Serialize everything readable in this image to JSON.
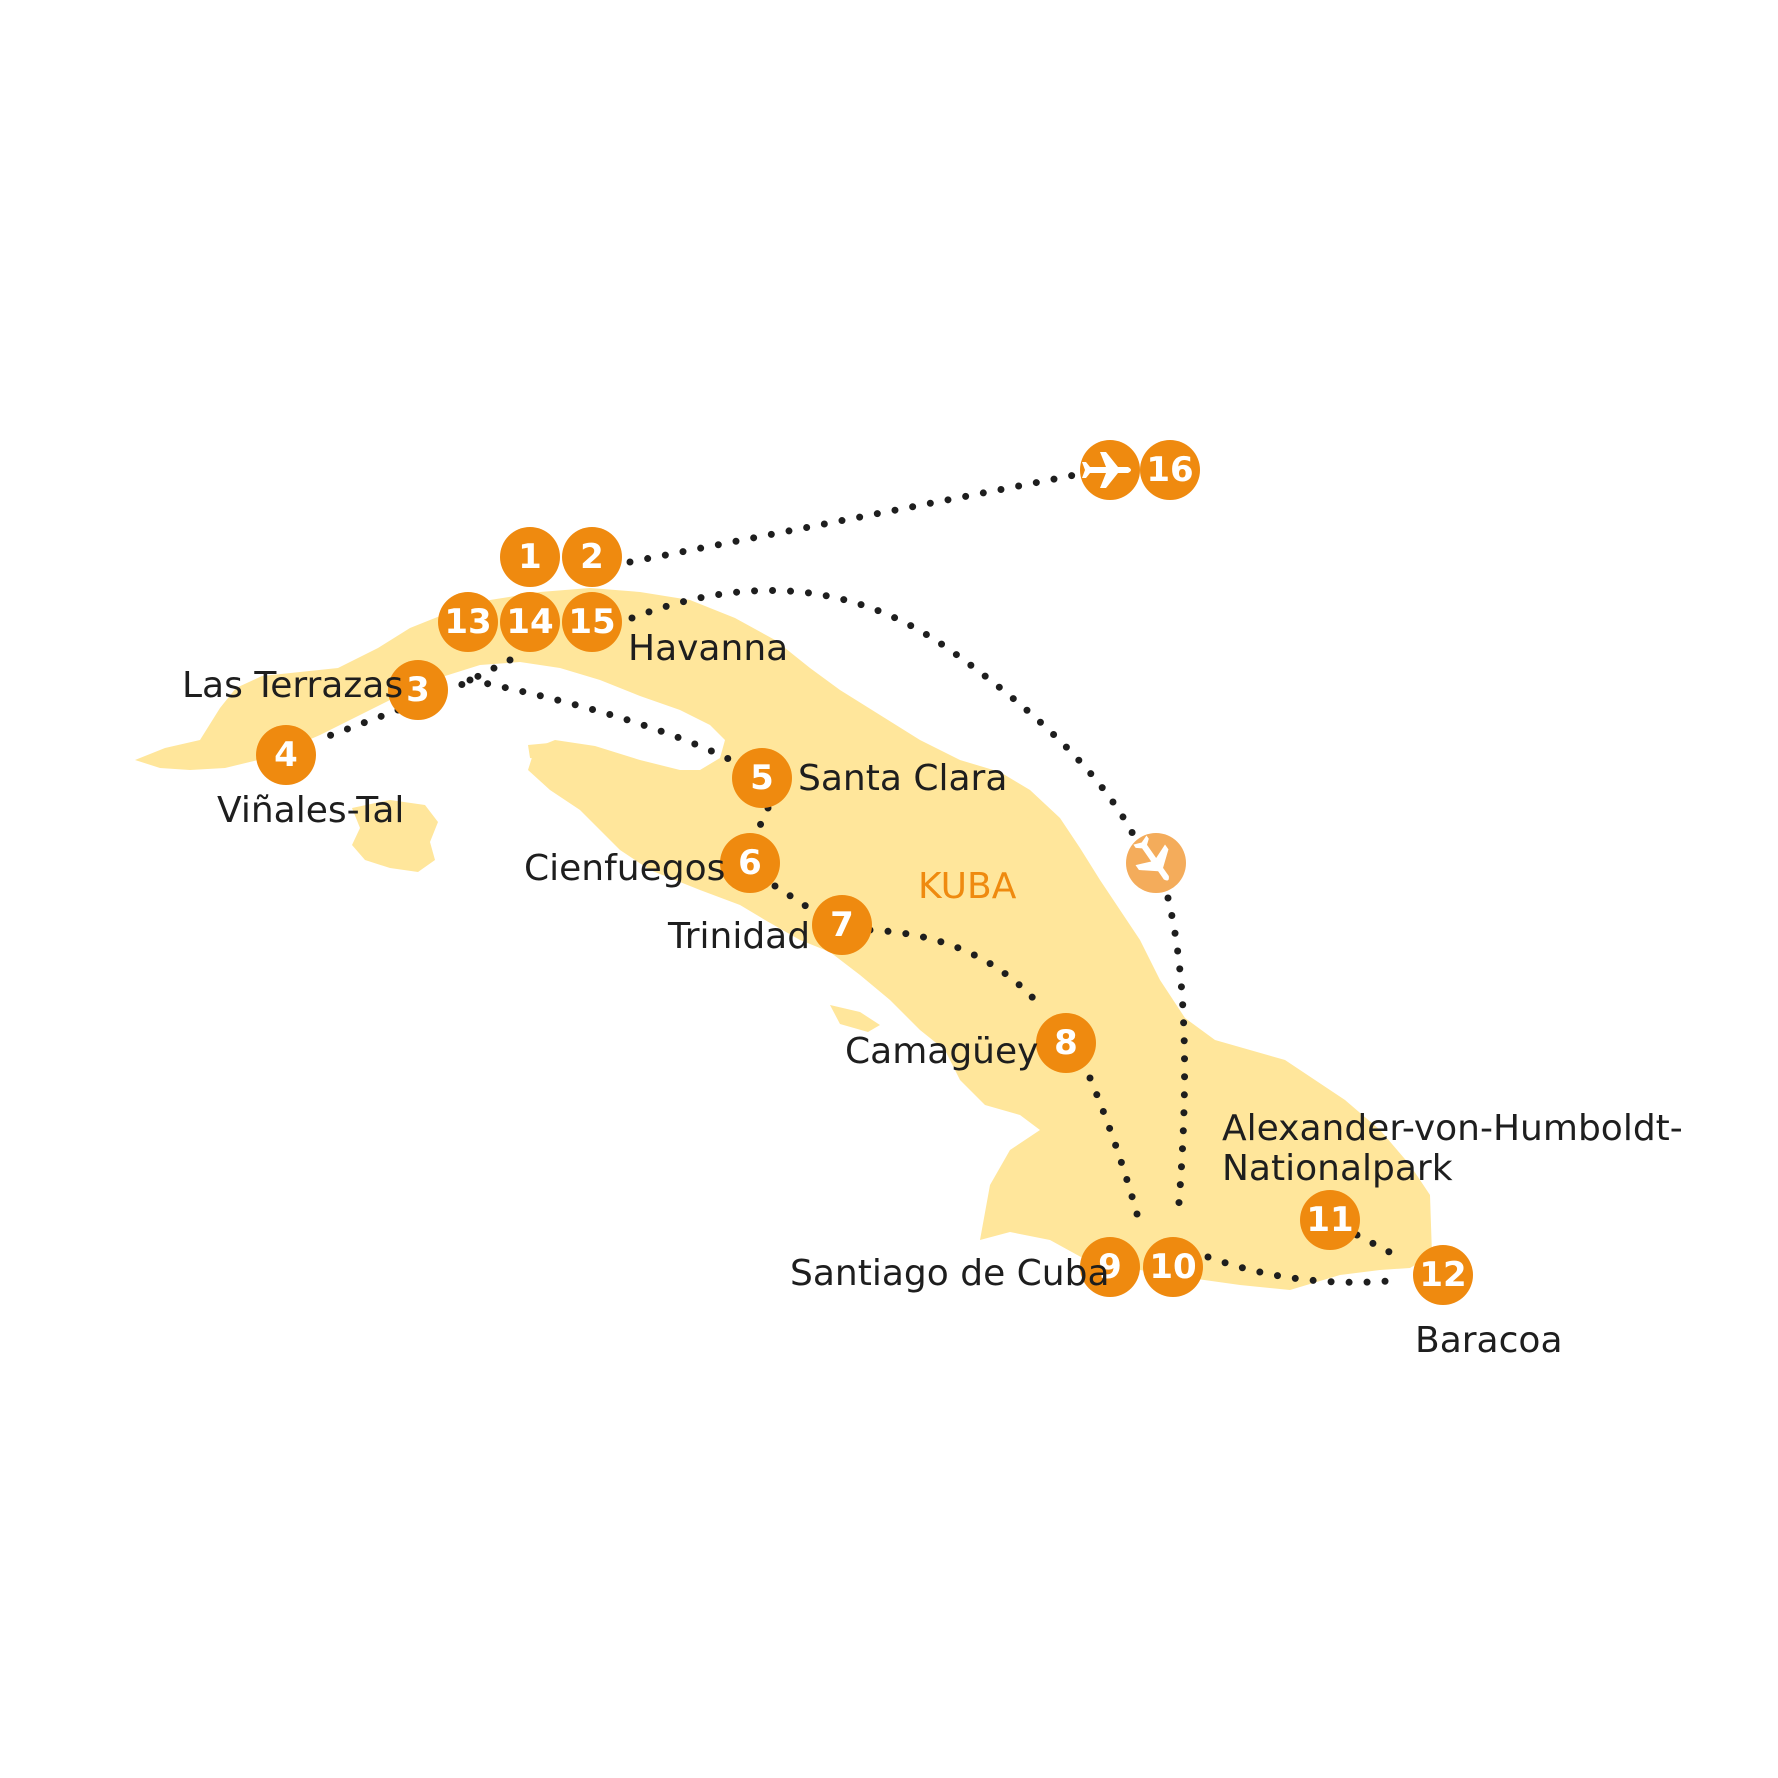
{
  "country_label": "KUBA",
  "colors": {
    "land": "#ffe69b",
    "marker": "#ef8a0f",
    "marker_light": "#f4ac5b",
    "route": "#1e1e1e",
    "text": "#1e1e1e"
  },
  "places": {
    "havanna": "Havanna",
    "las_terrazas": "Las Terrazas",
    "vinales": "Viñales-Tal",
    "santa_clara": "Santa Clara",
    "cienfuegos": "Cienfuegos",
    "trinidad": "Trinidad",
    "camaguey": "Camagüey",
    "humboldt_line1": "Alexander-von-Humboldt-",
    "humboldt_line2": "Nationalpark",
    "santiago": "Santiago de Cuba",
    "baracoa": "Baracoa"
  },
  "stops": {
    "s1": "1",
    "s2": "2",
    "s3": "3",
    "s4": "4",
    "s5": "5",
    "s6": "6",
    "s7": "7",
    "s8": "8",
    "s9": "9",
    "s10": "10",
    "s11": "11",
    "s12": "12",
    "s13": "13",
    "s14": "14",
    "s15": "15",
    "s16": "16"
  },
  "icons": {
    "departure": "airplane-icon",
    "domestic_flight": "airplane-icon"
  }
}
